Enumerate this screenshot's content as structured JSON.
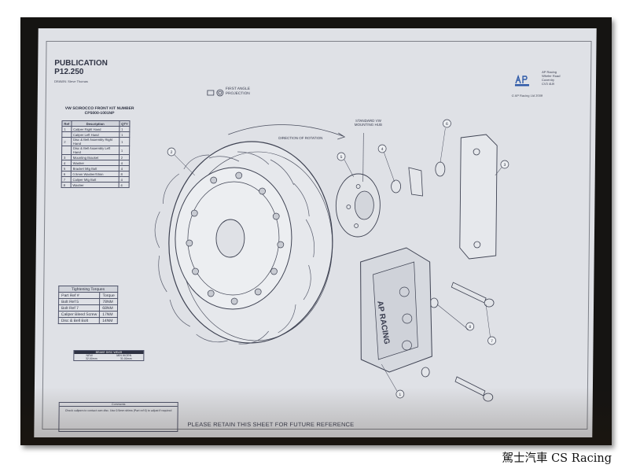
{
  "caption": "駕士汽車 CS Racing",
  "drawing": {
    "publication_label": "PUBLICATION",
    "publication_number": "P12.250",
    "drawn_by": "DRAWN: Steve Thomas",
    "projection_label": "FIRST ANGLE PROJECTION",
    "direction_of_rotation": "DIRECTION OF ROTATION",
    "hub_label": "STANDARD VW MOUNTING HUB",
    "retain_notice": "PLEASE RETAIN THIS SHEET FOR FUTURE REFERENCE",
    "company_name": "AP Racing",
    "company_address": [
      "Wheler Road",
      "Coventry",
      "CV3 4LB"
    ],
    "copyright": "© AP Racing Ltd 2009"
  },
  "kit_table": {
    "title": "VW SCIROCCO FRONT KIT NUMBER CP5000-1001NP",
    "headers": [
      "Ref",
      "Description",
      "QTY"
    ],
    "rows": [
      [
        "1",
        "Caliper Right Hand",
        "1"
      ],
      [
        "",
        "Caliper Left Hand",
        "1"
      ],
      [
        "2",
        "Disc & Bell Assembly Right Hand",
        "1"
      ],
      [
        "",
        "Disc & Bell Assembly Left Hand",
        "1"
      ],
      [
        "3",
        "Mounting Bracket",
        "2"
      ],
      [
        "4",
        "Washer",
        "4"
      ],
      [
        "5",
        "Bracket Mtg Bolt",
        "4"
      ],
      [
        "6",
        "0.5mm Washer/Shim",
        "8"
      ],
      [
        "7",
        "Caliper Mtg Bolt",
        "4"
      ],
      [
        "8",
        "Washer",
        "4"
      ]
    ]
  },
  "torque_table": {
    "title": "Tightening Torques",
    "headers": [
      "Part Ref #",
      "Torque"
    ],
    "rows": [
      [
        "Bolt Ref 5",
        "78NM"
      ],
      [
        "Bolt Ref 7",
        "68NM"
      ],
      [
        "Caliper Bleed Screw",
        "17NM"
      ],
      [
        "Disc & Bell Bolt",
        "14NM"
      ]
    ]
  },
  "wear_table": {
    "title": "BRAKE DISC WEAR",
    "headers": [
      "NEW",
      "MIN WORN"
    ],
    "values": [
      "32.00mm",
      "31.00mm"
    ]
  },
  "comments": {
    "title": "Comments",
    "text": "Check calipers to contact own disc. Use 0.5mm shims (Part ref 6) to adjust if required"
  },
  "callouts": [
    "1",
    "2",
    "3",
    "4",
    "5",
    "6",
    "7",
    "8"
  ],
  "caliper_text": "AP RACING"
}
